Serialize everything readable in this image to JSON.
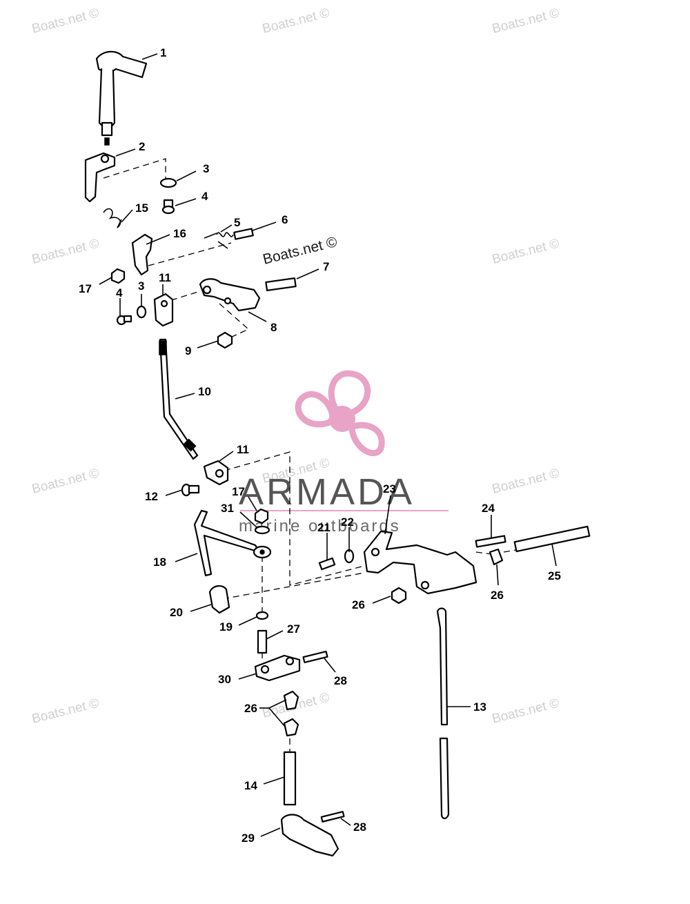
{
  "watermark": {
    "site": "Boats.net ©",
    "brand": "ARMADA",
    "tagline": "marine outboards",
    "brand_color": "#e8a3c7",
    "brand_text_color": "#555555"
  },
  "callouts": {
    "c1": "1",
    "c2": "2",
    "c3a": "3",
    "c4a": "4",
    "c15": "15",
    "c5": "5",
    "c6": "6",
    "c16": "16",
    "c7": "7",
    "c17a": "17",
    "c3b": "3",
    "c11a": "11",
    "c4b": "4",
    "c8": "8",
    "c9": "9",
    "c10": "10",
    "c11b": "11",
    "c12": "12",
    "c17b": "17",
    "c31": "31",
    "c23": "23",
    "c24": "24",
    "c21": "21",
    "c22": "22",
    "c18": "18",
    "c25": "25",
    "c26a": "26",
    "c26b": "26",
    "c20": "20",
    "c19": "19",
    "c27": "27",
    "c30": "30",
    "c28a": "28",
    "c13": "13",
    "c26c": "26",
    "c14": "14",
    "c29": "29",
    "c28b": "28"
  }
}
